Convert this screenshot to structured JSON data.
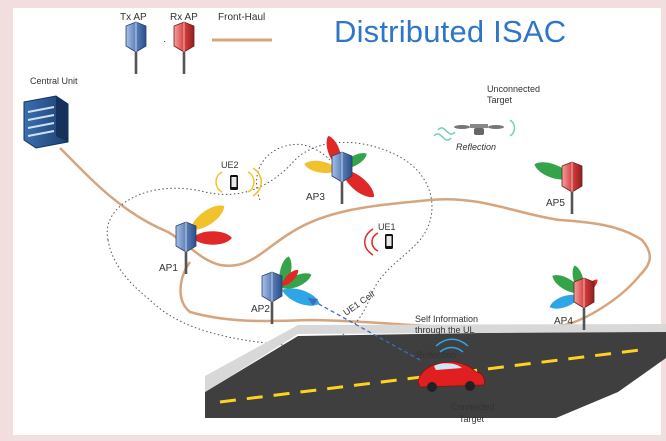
{
  "title": "Distributed ISAC",
  "legend": {
    "tx_ap": "Tx AP",
    "rx_ap": "Rx AP",
    "separator": "·",
    "fronthaul": "Front-Haul"
  },
  "central_unit": "Central Unit",
  "access_points": {
    "ap1": "AP1",
    "ap2": "AP2",
    "ap3": "AP3",
    "ap4": "AP4",
    "ap5": "AP5"
  },
  "ues": {
    "ue1": "UE1",
    "ue2": "UE2"
  },
  "ue1_cell": "UE1 Cell",
  "unconnected_target": {
    "line1": "Unconnected",
    "line2": "Target",
    "reflection": "Reflection"
  },
  "self_info": {
    "line1": "Self Information",
    "line2": "through the UL",
    "reflection": "Reflection"
  },
  "connected_target": {
    "line1": "Connected",
    "line2": "Target"
  },
  "colors": {
    "title": "#2f75c9",
    "background": "#f2dede",
    "fronthaul": "#d6a57e",
    "tx_ap": "#5c7fb8",
    "rx_ap": "#d94040",
    "beam_green": "#34a34a",
    "beam_red": "#e02828",
    "beam_blue": "#2ea6e6",
    "beam_yellow": "#f2c12e"
  }
}
